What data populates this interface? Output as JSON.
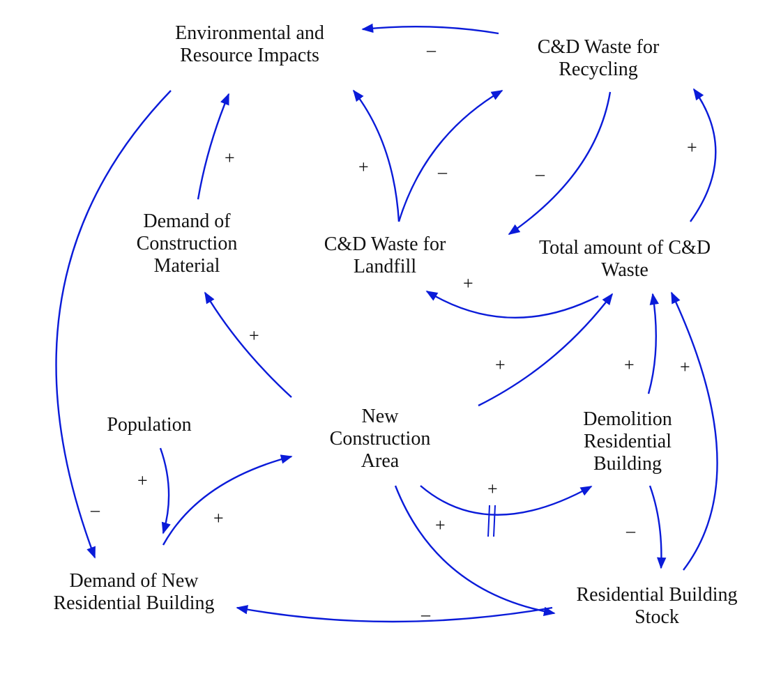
{
  "colors": {
    "edge": "#0a1bd9",
    "text": "#111111",
    "background": "#ffffff"
  },
  "nodes": {
    "env": [
      "Environmental and",
      "Resource Impacts"
    ],
    "recycle": [
      "C&D Waste for",
      "Recycling"
    ],
    "material": [
      "Demand of",
      "Construction",
      "Material"
    ],
    "landfill": [
      "C&D Waste for",
      "Landfill"
    ],
    "total": [
      "Total amount of C&D",
      "Waste"
    ],
    "population": [
      "Population"
    ],
    "newarea": [
      "New",
      "Construction",
      "Area"
    ],
    "demolition": [
      "Demolition",
      "Residential",
      "Building"
    ],
    "demand_new": [
      "Demand of New",
      "Residential Building"
    ],
    "stock": [
      "Residential Building",
      "Stock"
    ]
  },
  "links": [
    {
      "from": "C&D Waste for Recycling",
      "to": "Environmental and Resource Impacts",
      "polarity": "–"
    },
    {
      "from": "C&D Waste for Recycling",
      "to": "C&D Waste for Landfill",
      "polarity": "–"
    },
    {
      "from": "Total amount of C&D Waste",
      "to": "C&D Waste for Recycling",
      "polarity": "+"
    },
    {
      "from": "Demand of Construction Material",
      "to": "Environmental and Resource Impacts",
      "polarity": "+"
    },
    {
      "from": "C&D Waste for Landfill",
      "to": "Environmental and Resource Impacts",
      "polarity": "+"
    },
    {
      "from": "C&D Waste for Landfill",
      "to": "C&D Waste for Recycling",
      "polarity": "–"
    },
    {
      "from": "Total amount of C&D Waste",
      "to": "C&D Waste for Landfill",
      "polarity": "+"
    },
    {
      "from": "New Construction Area",
      "to": "Demand of Construction Material",
      "polarity": "+"
    },
    {
      "from": "New Construction Area",
      "to": "Total amount of C&D Waste",
      "polarity": "+"
    },
    {
      "from": "Demolition Residential Building",
      "to": "Total amount of C&D Waste",
      "polarity": "+"
    },
    {
      "from": "Residential Building Stock",
      "to": "Total amount of C&D Waste",
      "polarity": "+"
    },
    {
      "from": "Environmental and Resource Impacts",
      "to": "Demand of New Residential Building",
      "polarity": "–"
    },
    {
      "from": "Population",
      "to": "Demand of New Residential Building",
      "polarity": "+"
    },
    {
      "from": "Demand of New Residential Building",
      "to": "New Construction Area",
      "polarity": "+"
    },
    {
      "from": "New Construction Area",
      "to": "Demolition Residential Building",
      "polarity": "+",
      "delay": true
    },
    {
      "from": "New Construction Area",
      "to": "Residential Building Stock",
      "polarity": "+"
    },
    {
      "from": "Demolition Residential Building",
      "to": "Residential Building Stock",
      "polarity": "–"
    },
    {
      "from": "Residential Building Stock",
      "to": "Demand of New Residential Building",
      "polarity": "–"
    }
  ]
}
